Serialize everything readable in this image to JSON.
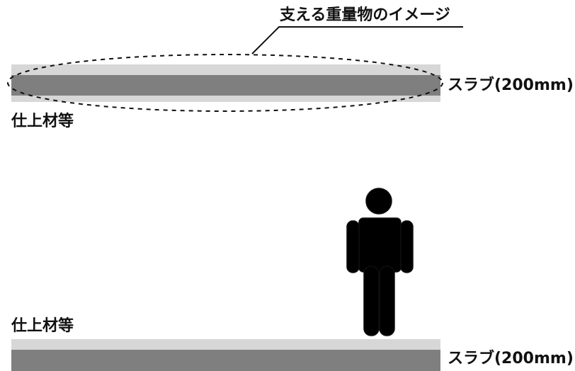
{
  "title_text": "支える重量物のイメージ",
  "upper_slab": {
    "label": "スラブ(200mm)",
    "finish_label": "仕上材等"
  },
  "lower_slab": {
    "label": "スラブ(200mm)",
    "finish_label": "仕上材等"
  },
  "icons": {
    "person": "person-icon"
  },
  "colors": {
    "slab_finish": "#d7d7d7",
    "slab_core": "#7f7f7f",
    "text": "#111111",
    "outline": "#111111"
  }
}
